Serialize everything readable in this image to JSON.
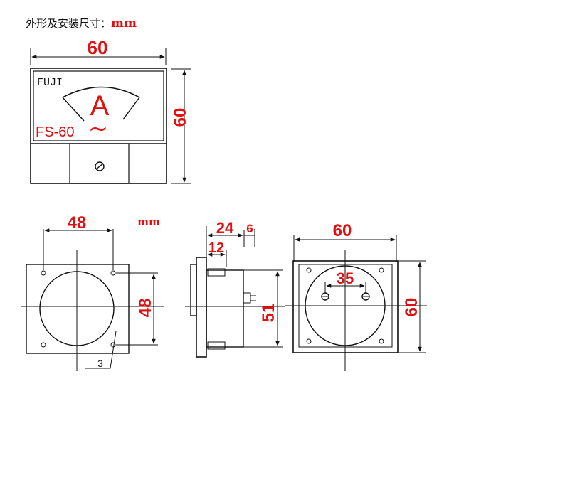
{
  "title": {
    "text": "外形及安装尺寸：",
    "unit": "mm"
  },
  "front_view": {
    "brand": "FUJI",
    "symbol": "A",
    "model": "FS-60",
    "ac_symbol": "~",
    "width_label": "60",
    "height_label": "60"
  },
  "mounting_view": {
    "hole_spacing_top": "48",
    "unit": "mm",
    "hole_spacing_side": "48",
    "hole_diameter": "3"
  },
  "side_view": {
    "depth_total": "24",
    "depth_terminal": "6",
    "depth_inner": "12",
    "body_diameter": "51"
  },
  "back_view": {
    "width_label": "60",
    "terminal_spacing": "35",
    "height_label": "60"
  },
  "colors": {
    "dimension_text": "#e01010",
    "line": "#111111"
  }
}
